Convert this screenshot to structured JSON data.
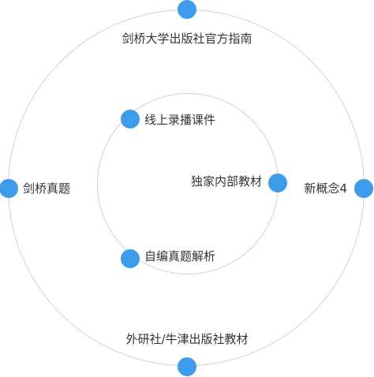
{
  "diagram": {
    "outer_ring": {
      "top": "剑桥大学出版社官方指南",
      "left": "剑桥真题",
      "right": "新概念4",
      "bottom": "外研社/牛津出版社教材"
    },
    "inner_ring": {
      "top": "线上录播课件",
      "right": "独家内部教材",
      "bottom": "自编真题解析"
    },
    "colors": {
      "dot": "#3d9be9",
      "ring": "#d0d0d0",
      "text": "#333333"
    }
  }
}
